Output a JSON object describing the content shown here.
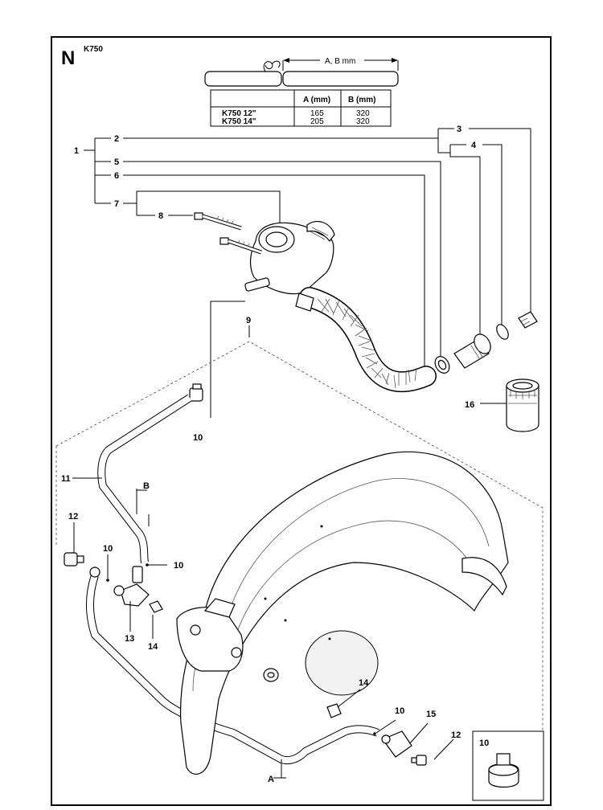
{
  "section_letter": "N",
  "model": "K750",
  "dimension_label": "A, B mm",
  "table": {
    "headers": [
      "",
      "A (mm)",
      "B (mm)"
    ],
    "rows": [
      {
        "model": "K750 12\"",
        "a": "165",
        "b": "320"
      },
      {
        "model": "K750 14\"",
        "a": "205",
        "b": "320"
      }
    ]
  },
  "callouts": {
    "c1": "1",
    "c2": "2",
    "c3": "3",
    "c4": "4",
    "c5": "5",
    "c6": "6",
    "c7": "7",
    "c8": "8",
    "c9": "9",
    "c10a": "10",
    "c11": "11",
    "c12a": "12",
    "c10b": "10",
    "c10c": "10",
    "c13": "13",
    "c14a": "14",
    "c14b": "14",
    "c10d": "10",
    "c15": "15",
    "c12b": "12",
    "c16": "16",
    "inset": "10"
  },
  "hose_labels": {
    "a": "A",
    "b": "B"
  }
}
